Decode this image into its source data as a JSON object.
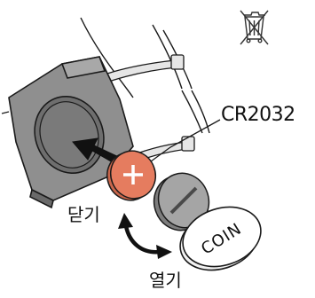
{
  "labels": {
    "battery_type": "CR2032",
    "close": "닫기",
    "open": "열기",
    "coin": "COIN"
  },
  "icons": {
    "disposal": "crossed-out-wheelie-bin-icon",
    "insert_arrow": "black-arrow-icon",
    "rotate_arrows": "curved-double-arrow-icon"
  },
  "colors": {
    "sensor_body": "#8f8f8f",
    "sensor_dark": "#6a6a6a",
    "battery": "#e57c5f",
    "cap": "#a5a5a5",
    "coin": "#ffffff",
    "outline": "#1a1a1a"
  }
}
